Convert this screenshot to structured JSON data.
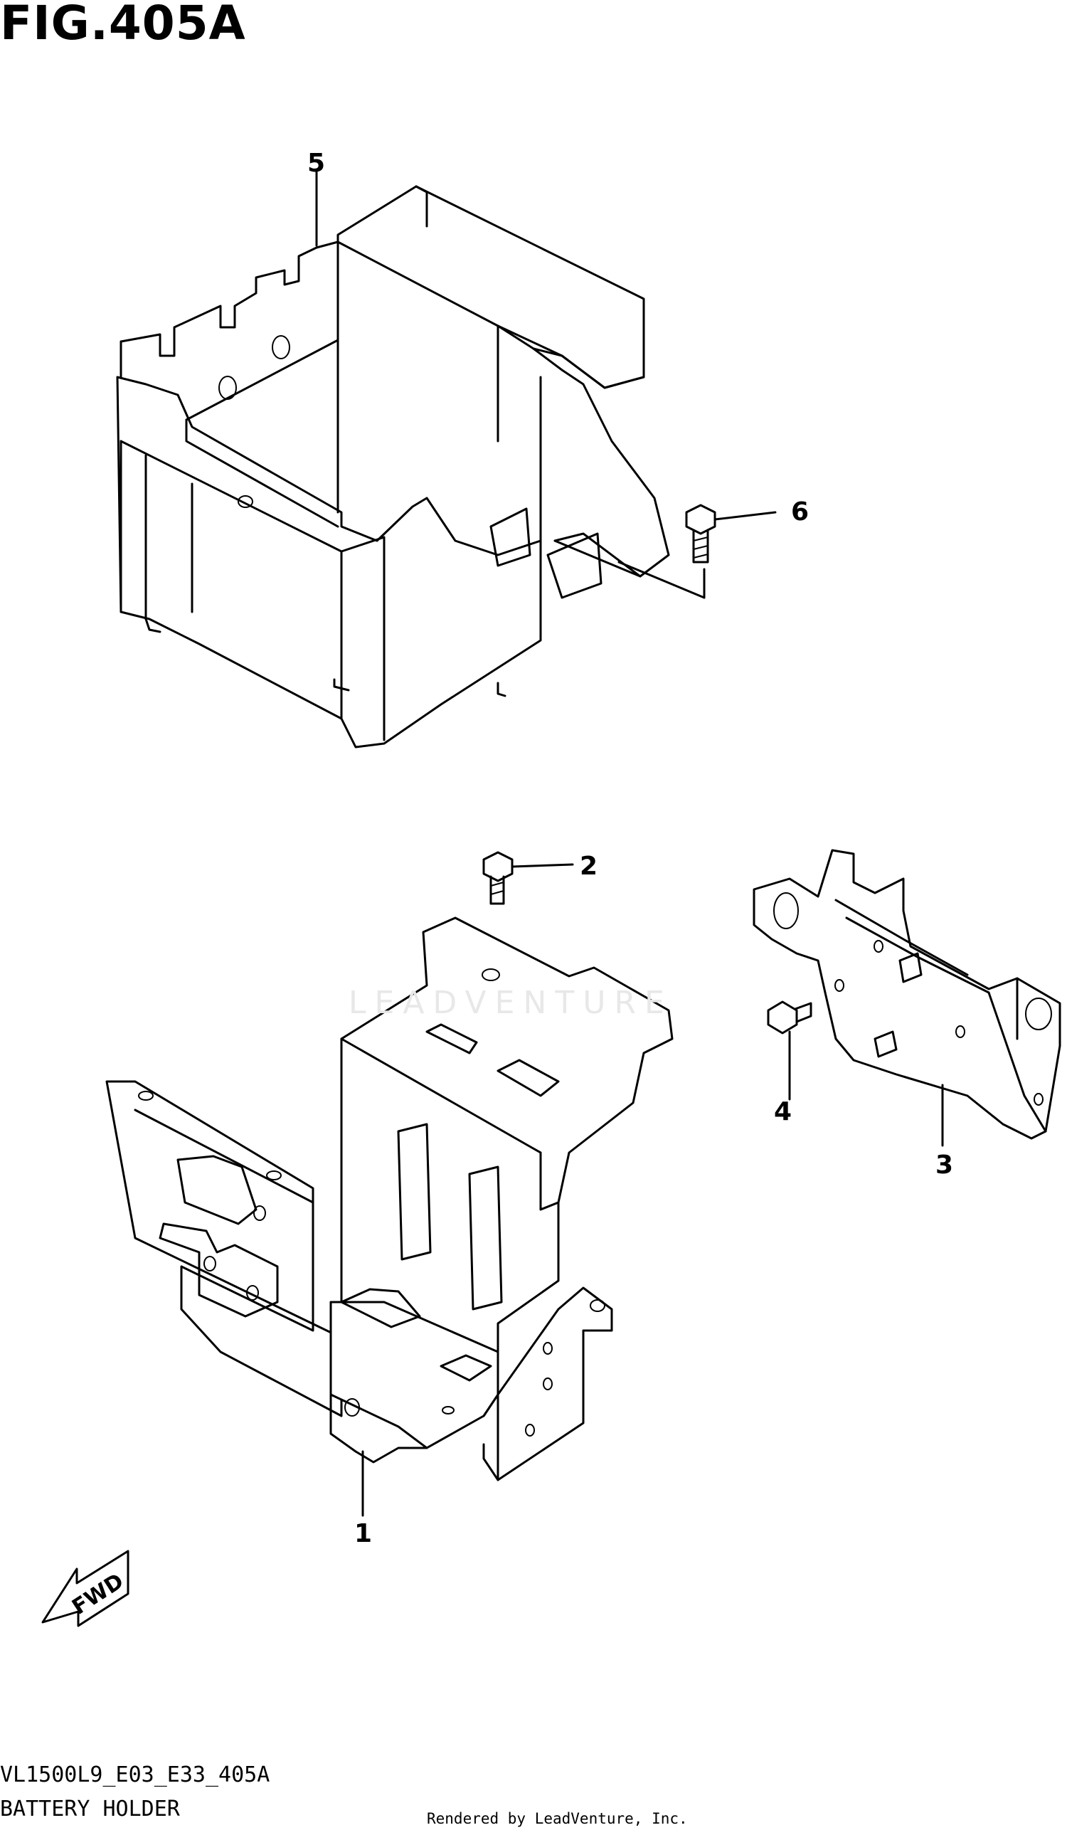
{
  "figure": {
    "title": "FIG.405A",
    "model_code": "VL1500L9_E03_E33_405A",
    "section_title": "BATTERY HOLDER",
    "rendered_by": "Rendered by LeadVenture, Inc.",
    "watermark": "LEADVENTURE",
    "direction_label": "FWD"
  },
  "callouts": [
    {
      "id": "1",
      "label": "1",
      "part": "battery-holder-bracket"
    },
    {
      "id": "2",
      "label": "2",
      "part": "bolt-upper"
    },
    {
      "id": "3",
      "label": "3",
      "part": "side-bracket"
    },
    {
      "id": "4",
      "label": "4",
      "part": "bolt-side"
    },
    {
      "id": "5",
      "label": "5",
      "part": "battery-case"
    },
    {
      "id": "6",
      "label": "6",
      "part": "bolt-case"
    }
  ]
}
